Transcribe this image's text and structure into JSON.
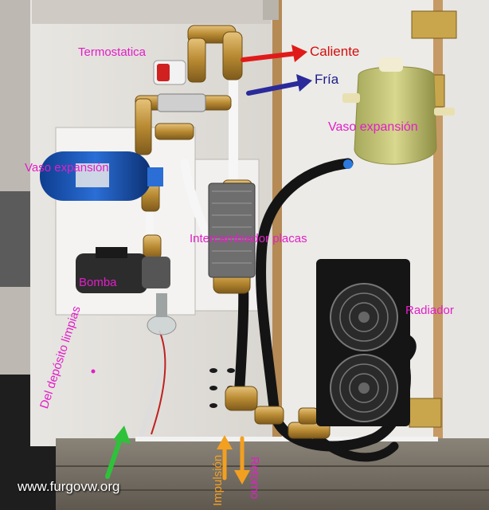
{
  "labels": {
    "caliente": "Caliente",
    "fria": "Fría",
    "termostatica": "Termostatica",
    "vaso_expansion_top": "Vaso expansión",
    "vaso_expansion_left": "Vaso expansión",
    "intercambiador": "Intercambiador placas",
    "bomba": "Bomba",
    "radiador": "Radiador",
    "deposito": "Del depósito limpias",
    "impulsion": "Impulsión",
    "retorno": "Retorno"
  },
  "watermark": "www.furgovw.org",
  "colors": {
    "label_magenta": "#e21ec8",
    "hot_arrow": "#e01a1a",
    "cold_arrow": "#2a2a9a",
    "supply_arrow": "#2ec23a",
    "flow_arrows": "#f3a020",
    "brass": "#c89a3a",
    "hose": "#141414"
  }
}
